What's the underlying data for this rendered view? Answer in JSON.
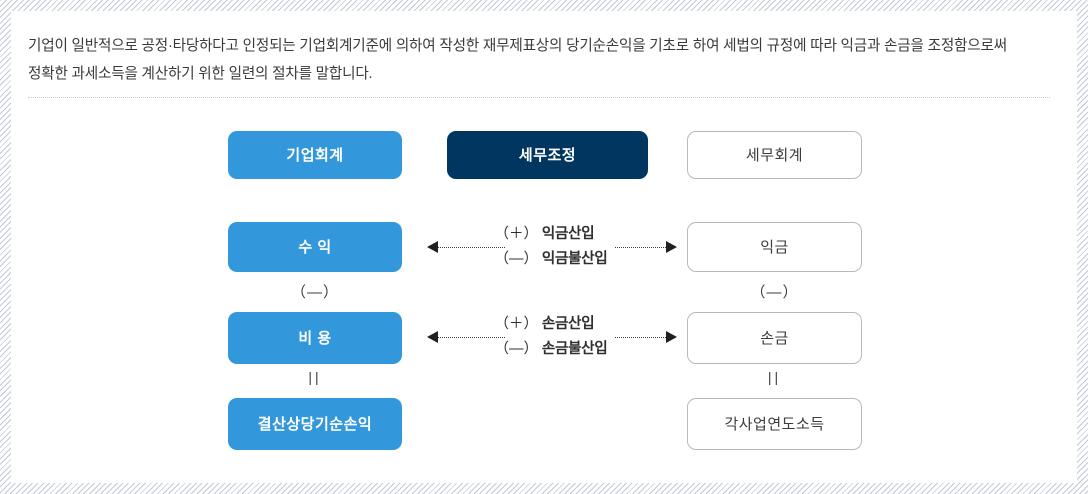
{
  "intro": {
    "line1": "기업이 일반적으로 공정·타당하다고 인정되는 기업회계기준에 의하여 작성한 재무제표상의 당기순손익을 기초로 하여 세법의 규정에 따라 익금과 손금을",
    "line2": "조정함으로써 정확한 과세소득을 계산하기 위한 일련의 절차를 말합니다."
  },
  "diagram": {
    "headers": {
      "left": "기업회계",
      "middle": "세무조정",
      "right": "세무회계"
    },
    "left_column": [
      {
        "label": "수 익"
      },
      {
        "label": "비 용"
      },
      {
        "label_line1": "결산상당기",
        "label_line2": "순손익"
      }
    ],
    "right_column": [
      {
        "label": "익금"
      },
      {
        "label": "손금"
      },
      {
        "label_line1": "각사업연도",
        "label_line2": "소득"
      }
    ],
    "operators": {
      "left_minus": "（—）",
      "right_minus": "（—）",
      "left_equals": "||",
      "right_equals": "||"
    },
    "adjustments": [
      {
        "plus_sign": "（＋）",
        "plus_label": "익금산입",
        "minus_sign": "（—）",
        "minus_label": "익금불산입",
        "left_arrow": "arrow-left-icon",
        "right_arrow": "arrow-right-icon"
      },
      {
        "plus_sign": "（＋）",
        "plus_label": "손금산입",
        "minus_sign": "（—）",
        "minus_label": "손금불산입",
        "left_arrow": "arrow-left-icon",
        "right_arrow": "arrow-right-icon"
      }
    ]
  },
  "colors": {
    "accent_blue": "#3398db",
    "accent_navy": "#00365f",
    "outline_border": "#b9b9b9",
    "text": "#3a3a3a"
  }
}
